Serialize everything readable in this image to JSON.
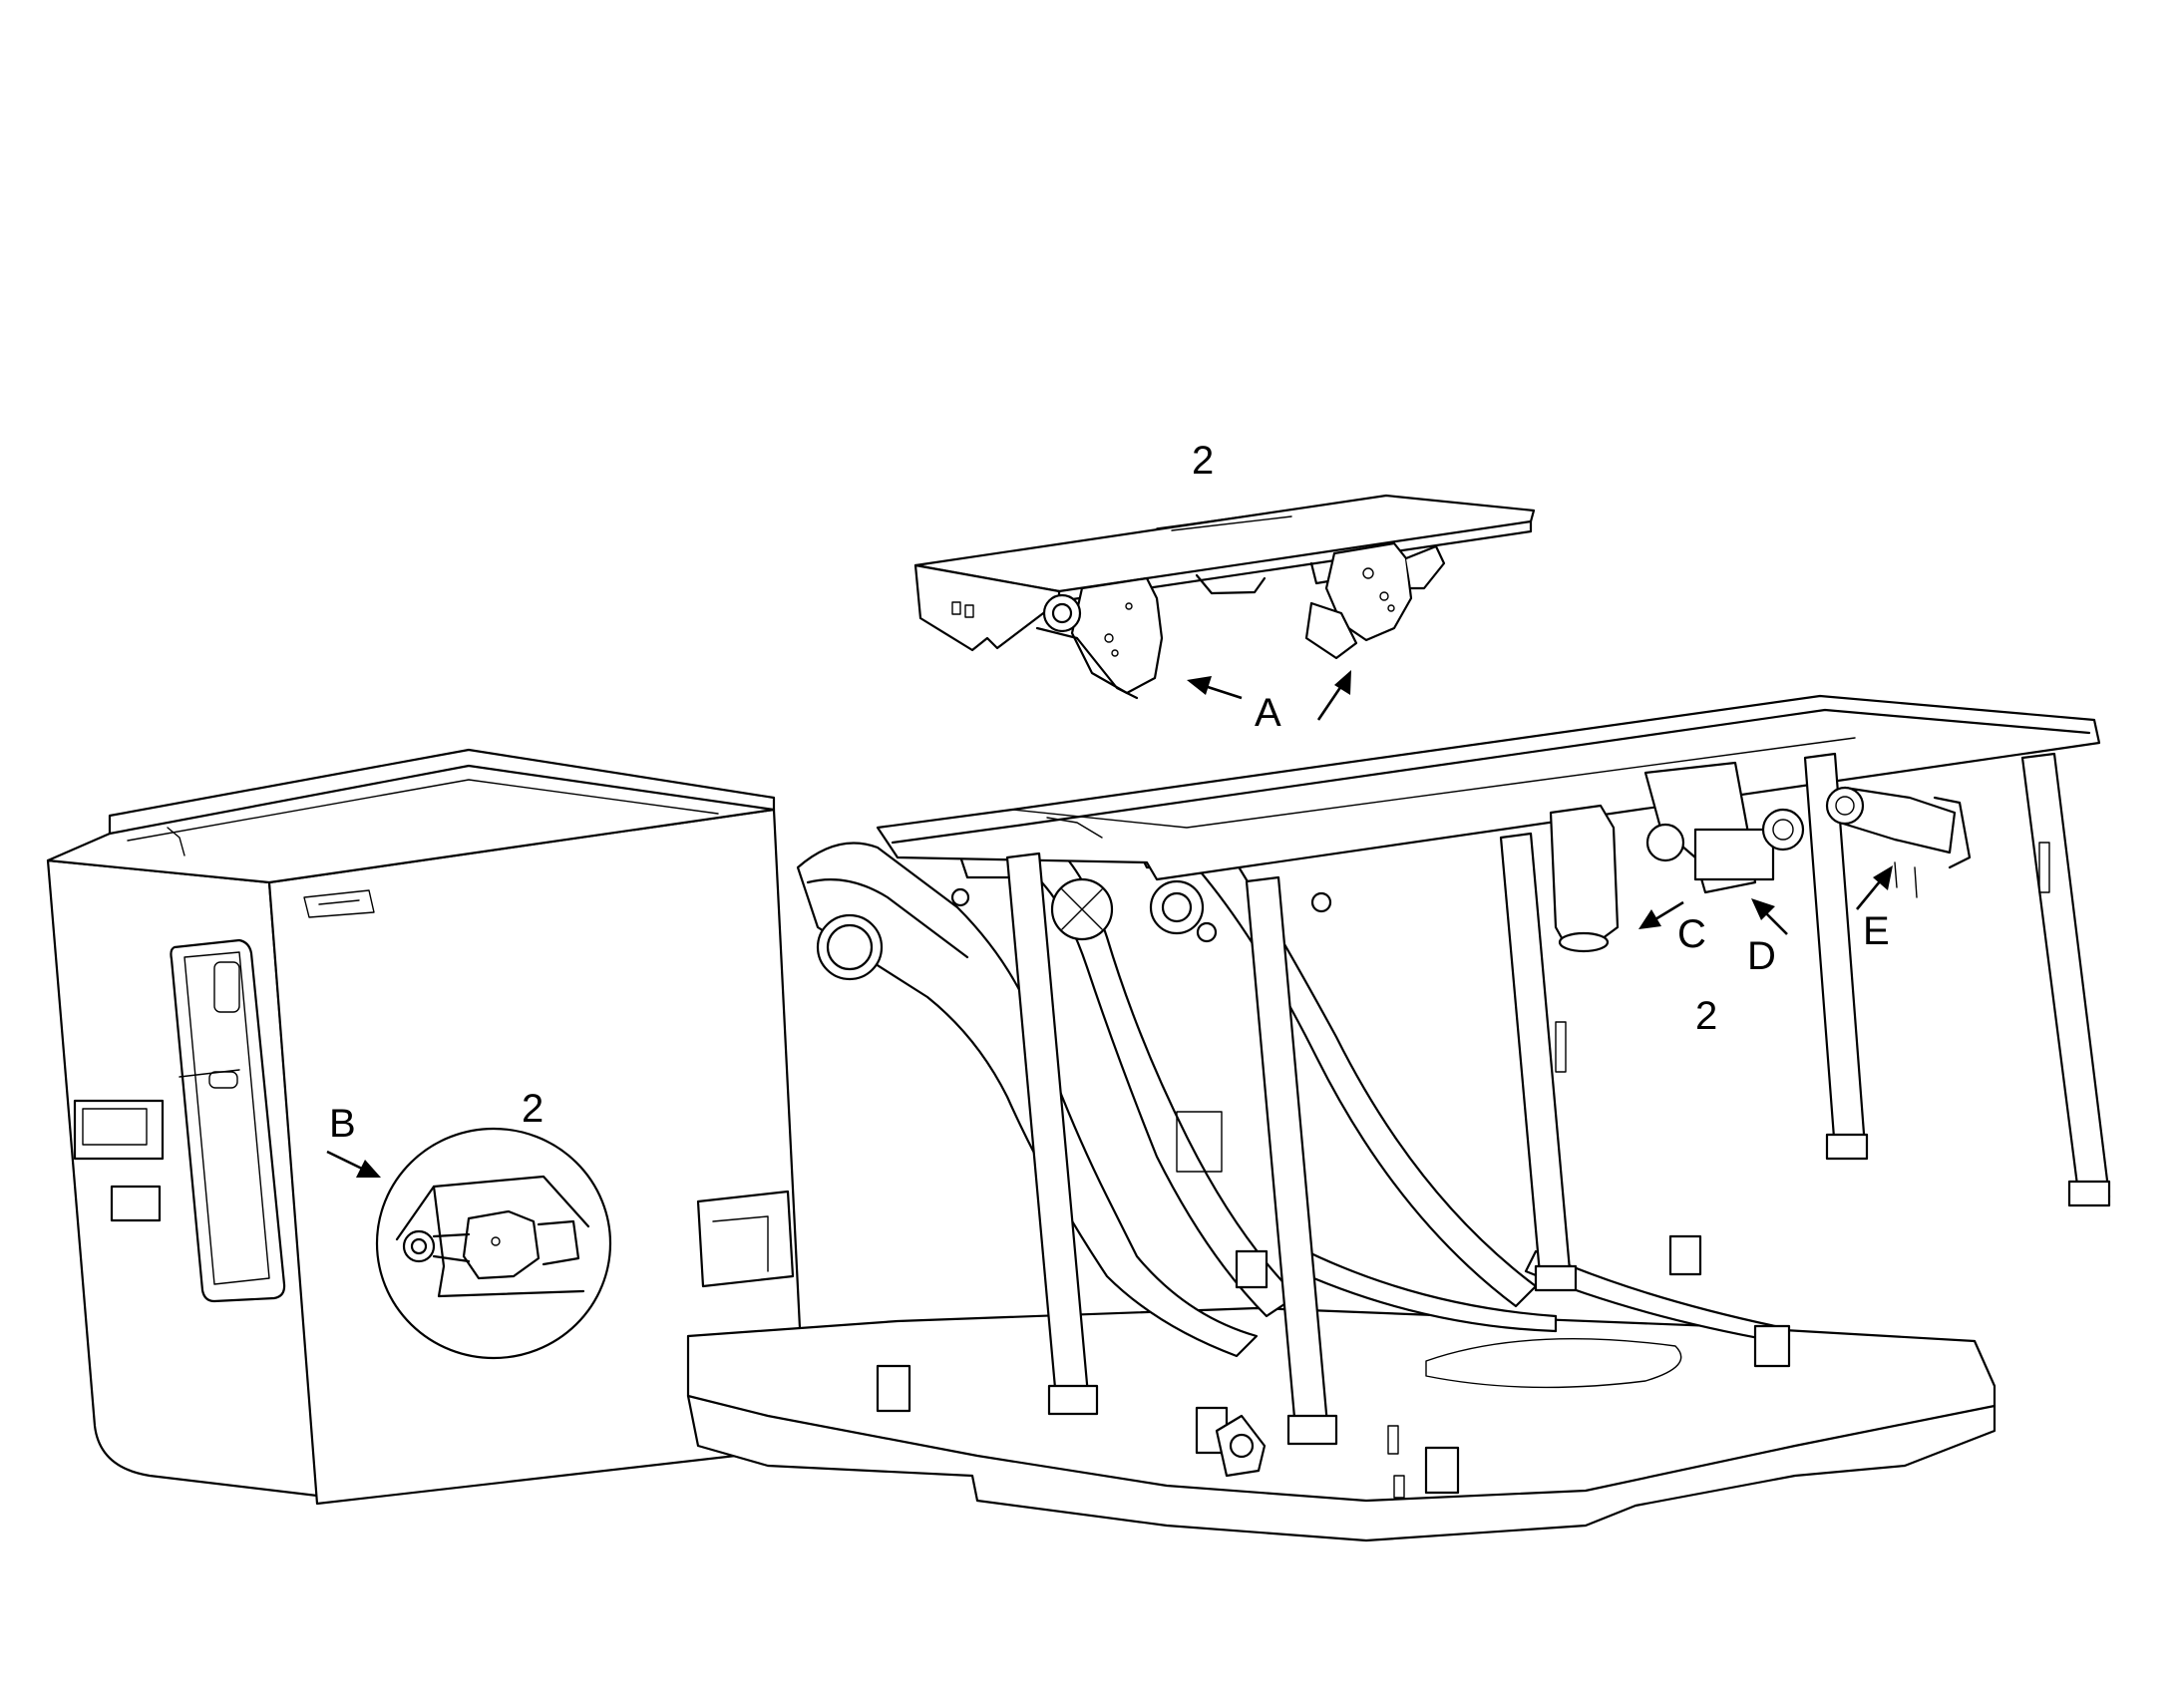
{
  "callouts": {
    "assembly_top": "2",
    "assembly_left": "2",
    "assembly_right": "2",
    "a": "A",
    "b": "B",
    "c": "C",
    "d": "D",
    "e": "E"
  }
}
